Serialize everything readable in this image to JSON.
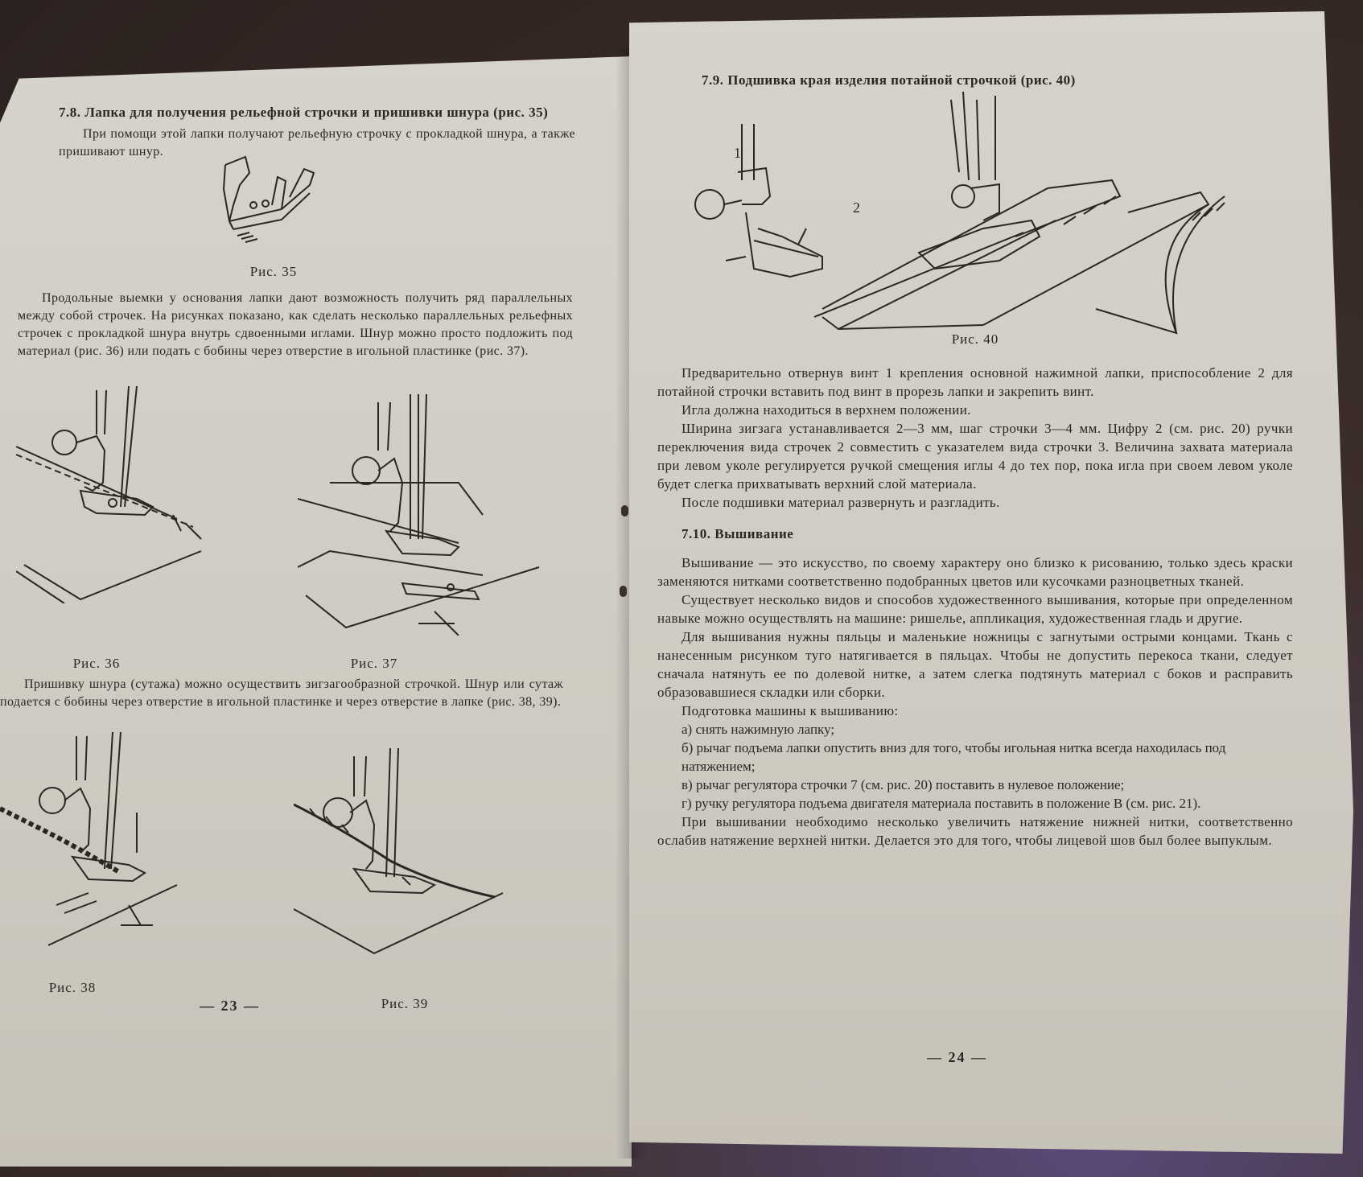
{
  "left_page": {
    "section_heading": "7.8. Лапка для получения рельефной строчки и пришивки шнура (рис. 35)",
    "intro": "При помощи этой лапки получают рельефную строчку с прокладкой шнура, а также пришивают шнур.",
    "fig35_caption": "Рис. 35",
    "para1": "Продольные выемки у основания лапки дают возможность получить ряд параллельных между собой строчек. На рисунках показано, как сделать несколько параллельных рельефных строчек с прокладкой шнура внутрь сдвоенными иглами. Шнур можно просто подложить под материал (рис. 36) или подать с бобины через отверстие в игольной пластинке (рис. 37).",
    "fig36_caption": "Рис. 36",
    "fig37_caption": "Рис. 37",
    "para2": "Пришивку шнура (сутажа) можно осуществить зигзагообразной строчкой. Шнур или сутаж подается с бобины через отверстие в игольной пластинке и через отверстие в лапке (рис. 38, 39).",
    "fig38_caption": "Рис. 38",
    "fig39_caption": "Рис. 39",
    "page_number": "— 23 —"
  },
  "right_page": {
    "section_heading": "7.9. Подшивка края изделия потайной строчкой (рис. 40)",
    "fig40_label_1": "1",
    "fig40_label_2": "2",
    "fig40_caption": "Рис. 40",
    "para1": "Предварительно отвернув винт 1 крепления основной нажимной лапки, приспособление 2 для потайной строчки вставить под винт в прорезь лапки и закрепить винт.",
    "para2": "Игла должна находиться в верхнем положении.",
    "para3": "Ширина зигзага устанавливается 2—3 мм, шаг строчки 3—4 мм. Цифру 2 (см. рис. 20) ручки переключения вида строчек 2 совместить с указателем вида строчки 3. Величина захвата материала при левом уколе регулируется ручкой смещения иглы 4 до тех пор, пока игла при своем левом уколе будет слегка прихватывать верхний слой материала.",
    "para4": "После подшивки материал развернуть и разгладить.",
    "section2_heading": "7.10. Вышивание",
    "para5": "Вышивание — это искусство, по своему характеру оно близко к рисованию, только здесь краски заменяются нитками соответственно подобранных цветов или кусочками разноцветных тканей.",
    "para6": "Существует несколько видов и способов художественного вышивания, которые при определенном навыке можно осуществлять на машине: ришелье, аппликация, художественная гладь и другие.",
    "para7": "Для вышивания нужны пяльцы и маленькие ножницы с загнутыми острыми концами. Ткань с нанесенным рисунком туго натягивается в пяльцах. Чтобы не допустить перекоса ткани, следует сначала натянуть ее по долевой нитке, а затем слегка подтянуть материал с боков и расправить образовавшиеся складки или сборки.",
    "para8": "Подготовка машины к вышиванию:",
    "item_a": "а) снять нажимную лапку;",
    "item_b": "б) рычаг подъема лапки опустить вниз для того, чтобы игольная нитка всегда находилась под натяжением;",
    "item_v": "в) рычаг регулятора строчки 7 (см. рис. 20) поставить в нулевое положение;",
    "item_g": "г) ручку регулятора подъема двигателя материала поставить в положение В (см. рис. 21).",
    "para9": "При вышивании необходимо несколько увеличить натяжение нижней нитки, соответственно ослабив натяжение верхней нитки. Делается это для того, чтобы лицевой шов был более выпуклым.",
    "page_number": "— 24 —"
  }
}
